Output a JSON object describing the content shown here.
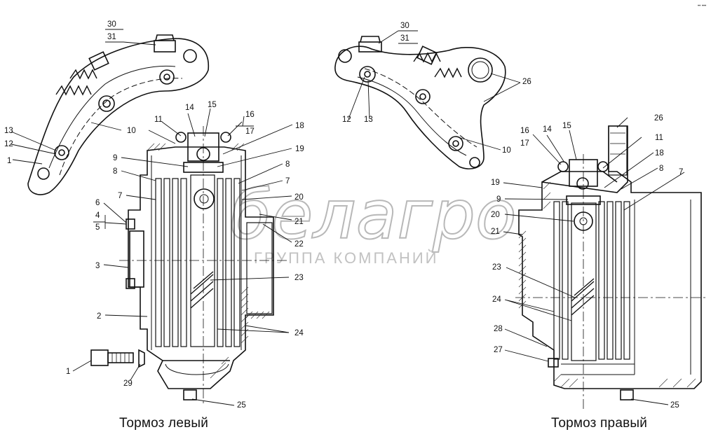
{
  "captions": {
    "left": "Тормоз левый",
    "right": "Тормоз правый"
  },
  "watermark": {
    "brand": "белагро",
    "subtitle": "ГРУППА КОМПАНИЙ"
  },
  "corner_mark": "•• •••",
  "left_labels": {
    "l30": "30",
    "l31": "31",
    "l13": "13",
    "l12": "12",
    "l1a": "1",
    "l10": "10",
    "l11": "11",
    "l14": "14",
    "l15": "15",
    "l16": "16",
    "l17": "17",
    "l18": "18",
    "l19": "19",
    "l9": "9",
    "l8a": "8",
    "l8b": "8",
    "l7a": "7",
    "l7b": "7",
    "l20": "20",
    "l6": "6",
    "l4": "4",
    "l5": "5",
    "l21": "21",
    "l22": "22",
    "l3": "3",
    "l23": "23",
    "l2": "2",
    "l24": "24",
    "l1b": "1",
    "l29": "29",
    "l25": "25"
  },
  "right_labels": {
    "r30": "30",
    "r31": "31",
    "r26a": "26",
    "r12": "12",
    "r13": "13",
    "r10": "10",
    "r26b": "26",
    "r16": "16",
    "r17": "17",
    "r14": "14",
    "r15": "15",
    "r11": "11",
    "r18": "18",
    "r8": "8",
    "r7": "7",
    "r19": "19",
    "r9": "9",
    "r20": "20",
    "r21": "21",
    "r23": "23",
    "r24": "24",
    "r28": "28",
    "r27": "27",
    "r25": "25"
  }
}
